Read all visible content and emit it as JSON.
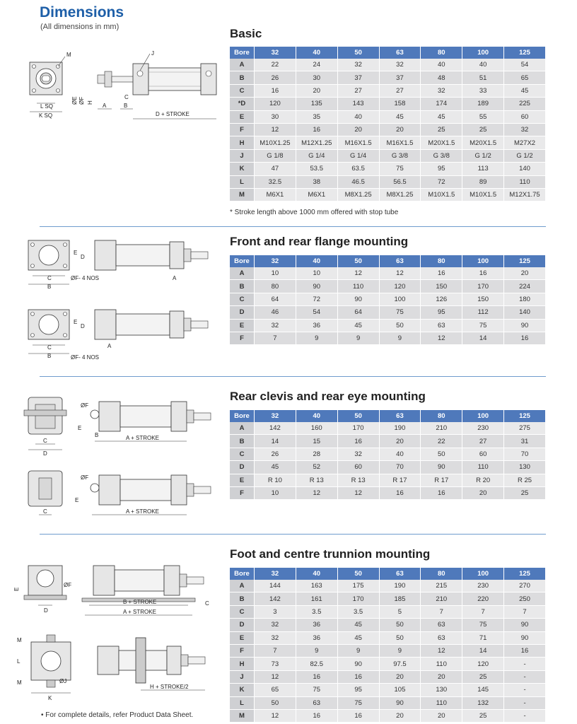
{
  "header": {
    "title": "Dimensions",
    "subtitle": "(All dimensions in mm)"
  },
  "bores": [
    "32",
    "40",
    "50",
    "63",
    "80",
    "100",
    "125"
  ],
  "bore_label": "Bore",
  "sections": [
    {
      "title": "Basic",
      "rows": [
        {
          "label": "A",
          "values": [
            "22",
            "24",
            "32",
            "32",
            "40",
            "40",
            "54"
          ]
        },
        {
          "label": "B",
          "values": [
            "26",
            "30",
            "37",
            "37",
            "48",
            "51",
            "65"
          ]
        },
        {
          "label": "C",
          "values": [
            "16",
            "20",
            "27",
            "27",
            "32",
            "33",
            "45"
          ]
        },
        {
          "label": "*D",
          "values": [
            "120",
            "135",
            "143",
            "158",
            "174",
            "189",
            "225"
          ]
        },
        {
          "label": "E",
          "values": [
            "30",
            "35",
            "40",
            "45",
            "45",
            "55",
            "60"
          ]
        },
        {
          "label": "F",
          "values": [
            "12",
            "16",
            "20",
            "20",
            "25",
            "25",
            "32"
          ]
        },
        {
          "label": "H",
          "values": [
            "M10X1.25",
            "M12X1.25",
            "M16X1.5",
            "M16X1.5",
            "M20X1.5",
            "M20X1.5",
            "M27X2"
          ]
        },
        {
          "label": "J",
          "values": [
            "G 1/8",
            "G 1/4",
            "G 1/4",
            "G 3/8",
            "G 3/8",
            "G 1/2",
            "G 1/2"
          ]
        },
        {
          "label": "K",
          "values": [
            "47",
            "53.5",
            "63.5",
            "75",
            "95",
            "113",
            "140"
          ]
        },
        {
          "label": "L",
          "values": [
            "32.5",
            "38",
            "46.5",
            "56.5",
            "72",
            "89",
            "110"
          ]
        },
        {
          "label": "M",
          "values": [
            "M6X1",
            "M6X1",
            "M8X1.25",
            "M8X1.25",
            "M10X1.5",
            "M10X1.5",
            "M12X1.75"
          ]
        }
      ],
      "footnote": "* Stroke length above 1000 mm offered with stop tube",
      "drawing_labels": {
        "m": "M",
        "j": "J",
        "lsq": "L SQ",
        "ksq": "K SQ",
        "e": "ØE",
        "f": "ØF",
        "h": "H",
        "a": "A",
        "b": "B",
        "c": "C",
        "d": "D + STROKE"
      }
    },
    {
      "title": "Front and rear flange mounting",
      "rows": [
        {
          "label": "A",
          "values": [
            "10",
            "10",
            "12",
            "12",
            "16",
            "16",
            "20"
          ]
        },
        {
          "label": "B",
          "values": [
            "80",
            "90",
            "110",
            "120",
            "150",
            "170",
            "224"
          ]
        },
        {
          "label": "C",
          "values": [
            "64",
            "72",
            "90",
            "100",
            "126",
            "150",
            "180"
          ]
        },
        {
          "label": "D",
          "values": [
            "46",
            "54",
            "64",
            "75",
            "95",
            "112",
            "140"
          ]
        },
        {
          "label": "E",
          "values": [
            "32",
            "36",
            "45",
            "50",
            "63",
            "75",
            "90"
          ]
        },
        {
          "label": "F",
          "values": [
            "7",
            "9",
            "9",
            "9",
            "12",
            "14",
            "16"
          ]
        }
      ],
      "drawing_labels": {
        "e": "E",
        "d": "D",
        "c": "C",
        "b": "B",
        "a": "A",
        "f": "ØF- 4 NOS"
      }
    },
    {
      "title": "Rear clevis and rear eye mounting",
      "rows": [
        {
          "label": "A",
          "values": [
            "142",
            "160",
            "170",
            "190",
            "210",
            "230",
            "275"
          ]
        },
        {
          "label": "B",
          "values": [
            "14",
            "15",
            "16",
            "20",
            "22",
            "27",
            "31"
          ]
        },
        {
          "label": "C",
          "values": [
            "26",
            "28",
            "32",
            "40",
            "50",
            "60",
            "70"
          ]
        },
        {
          "label": "D",
          "values": [
            "45",
            "52",
            "60",
            "70",
            "90",
            "110",
            "130"
          ]
        },
        {
          "label": "E",
          "values": [
            "R 10",
            "R 13",
            "R 13",
            "R 17",
            "R 17",
            "R 20",
            "R 25"
          ]
        },
        {
          "label": "F",
          "values": [
            "10",
            "12",
            "12",
            "16",
            "16",
            "20",
            "25"
          ]
        }
      ],
      "drawing_labels": {
        "f": "ØF",
        "e": "E",
        "b": "B",
        "a": "A + STROKE",
        "c": "C",
        "d": "D"
      }
    },
    {
      "title": "Foot and centre trunnion mounting",
      "rows": [
        {
          "label": "A",
          "values": [
            "144",
            "163",
            "175",
            "190",
            "215",
            "230",
            "270"
          ]
        },
        {
          "label": "B",
          "values": [
            "142",
            "161",
            "170",
            "185",
            "210",
            "220",
            "250"
          ]
        },
        {
          "label": "C",
          "values": [
            "3",
            "3.5",
            "3.5",
            "5",
            "7",
            "7",
            "7"
          ]
        },
        {
          "label": "D",
          "values": [
            "32",
            "36",
            "45",
            "50",
            "63",
            "75",
            "90"
          ]
        },
        {
          "label": "E",
          "values": [
            "32",
            "36",
            "45",
            "50",
            "63",
            "71",
            "90"
          ]
        },
        {
          "label": "F",
          "values": [
            "7",
            "9",
            "9",
            "9",
            "12",
            "14",
            "16"
          ]
        },
        {
          "label": "H",
          "values": [
            "73",
            "82.5",
            "90",
            "97.5",
            "110",
            "120",
            "-"
          ]
        },
        {
          "label": "J",
          "values": [
            "12",
            "16",
            "16",
            "20",
            "20",
            "25",
            "-"
          ]
        },
        {
          "label": "K",
          "values": [
            "65",
            "75",
            "95",
            "105",
            "130",
            "145",
            "-"
          ]
        },
        {
          "label": "L",
          "values": [
            "50",
            "63",
            "75",
            "90",
            "110",
            "132",
            "-"
          ]
        },
        {
          "label": "M",
          "values": [
            "12",
            "16",
            "16",
            "20",
            "20",
            "25",
            "-"
          ]
        }
      ],
      "drawing_labels": {
        "e": "E",
        "f": "ØF",
        "d": "D",
        "b": "B + STROKE",
        "a": "A + STROKE",
        "c": "C",
        "m": "M",
        "l": "L",
        "j": "ØJ",
        "k": "K",
        "h": "H + STROKE/2"
      }
    }
  ],
  "footer_note": "• For complete details, refer Product Data Sheet."
}
